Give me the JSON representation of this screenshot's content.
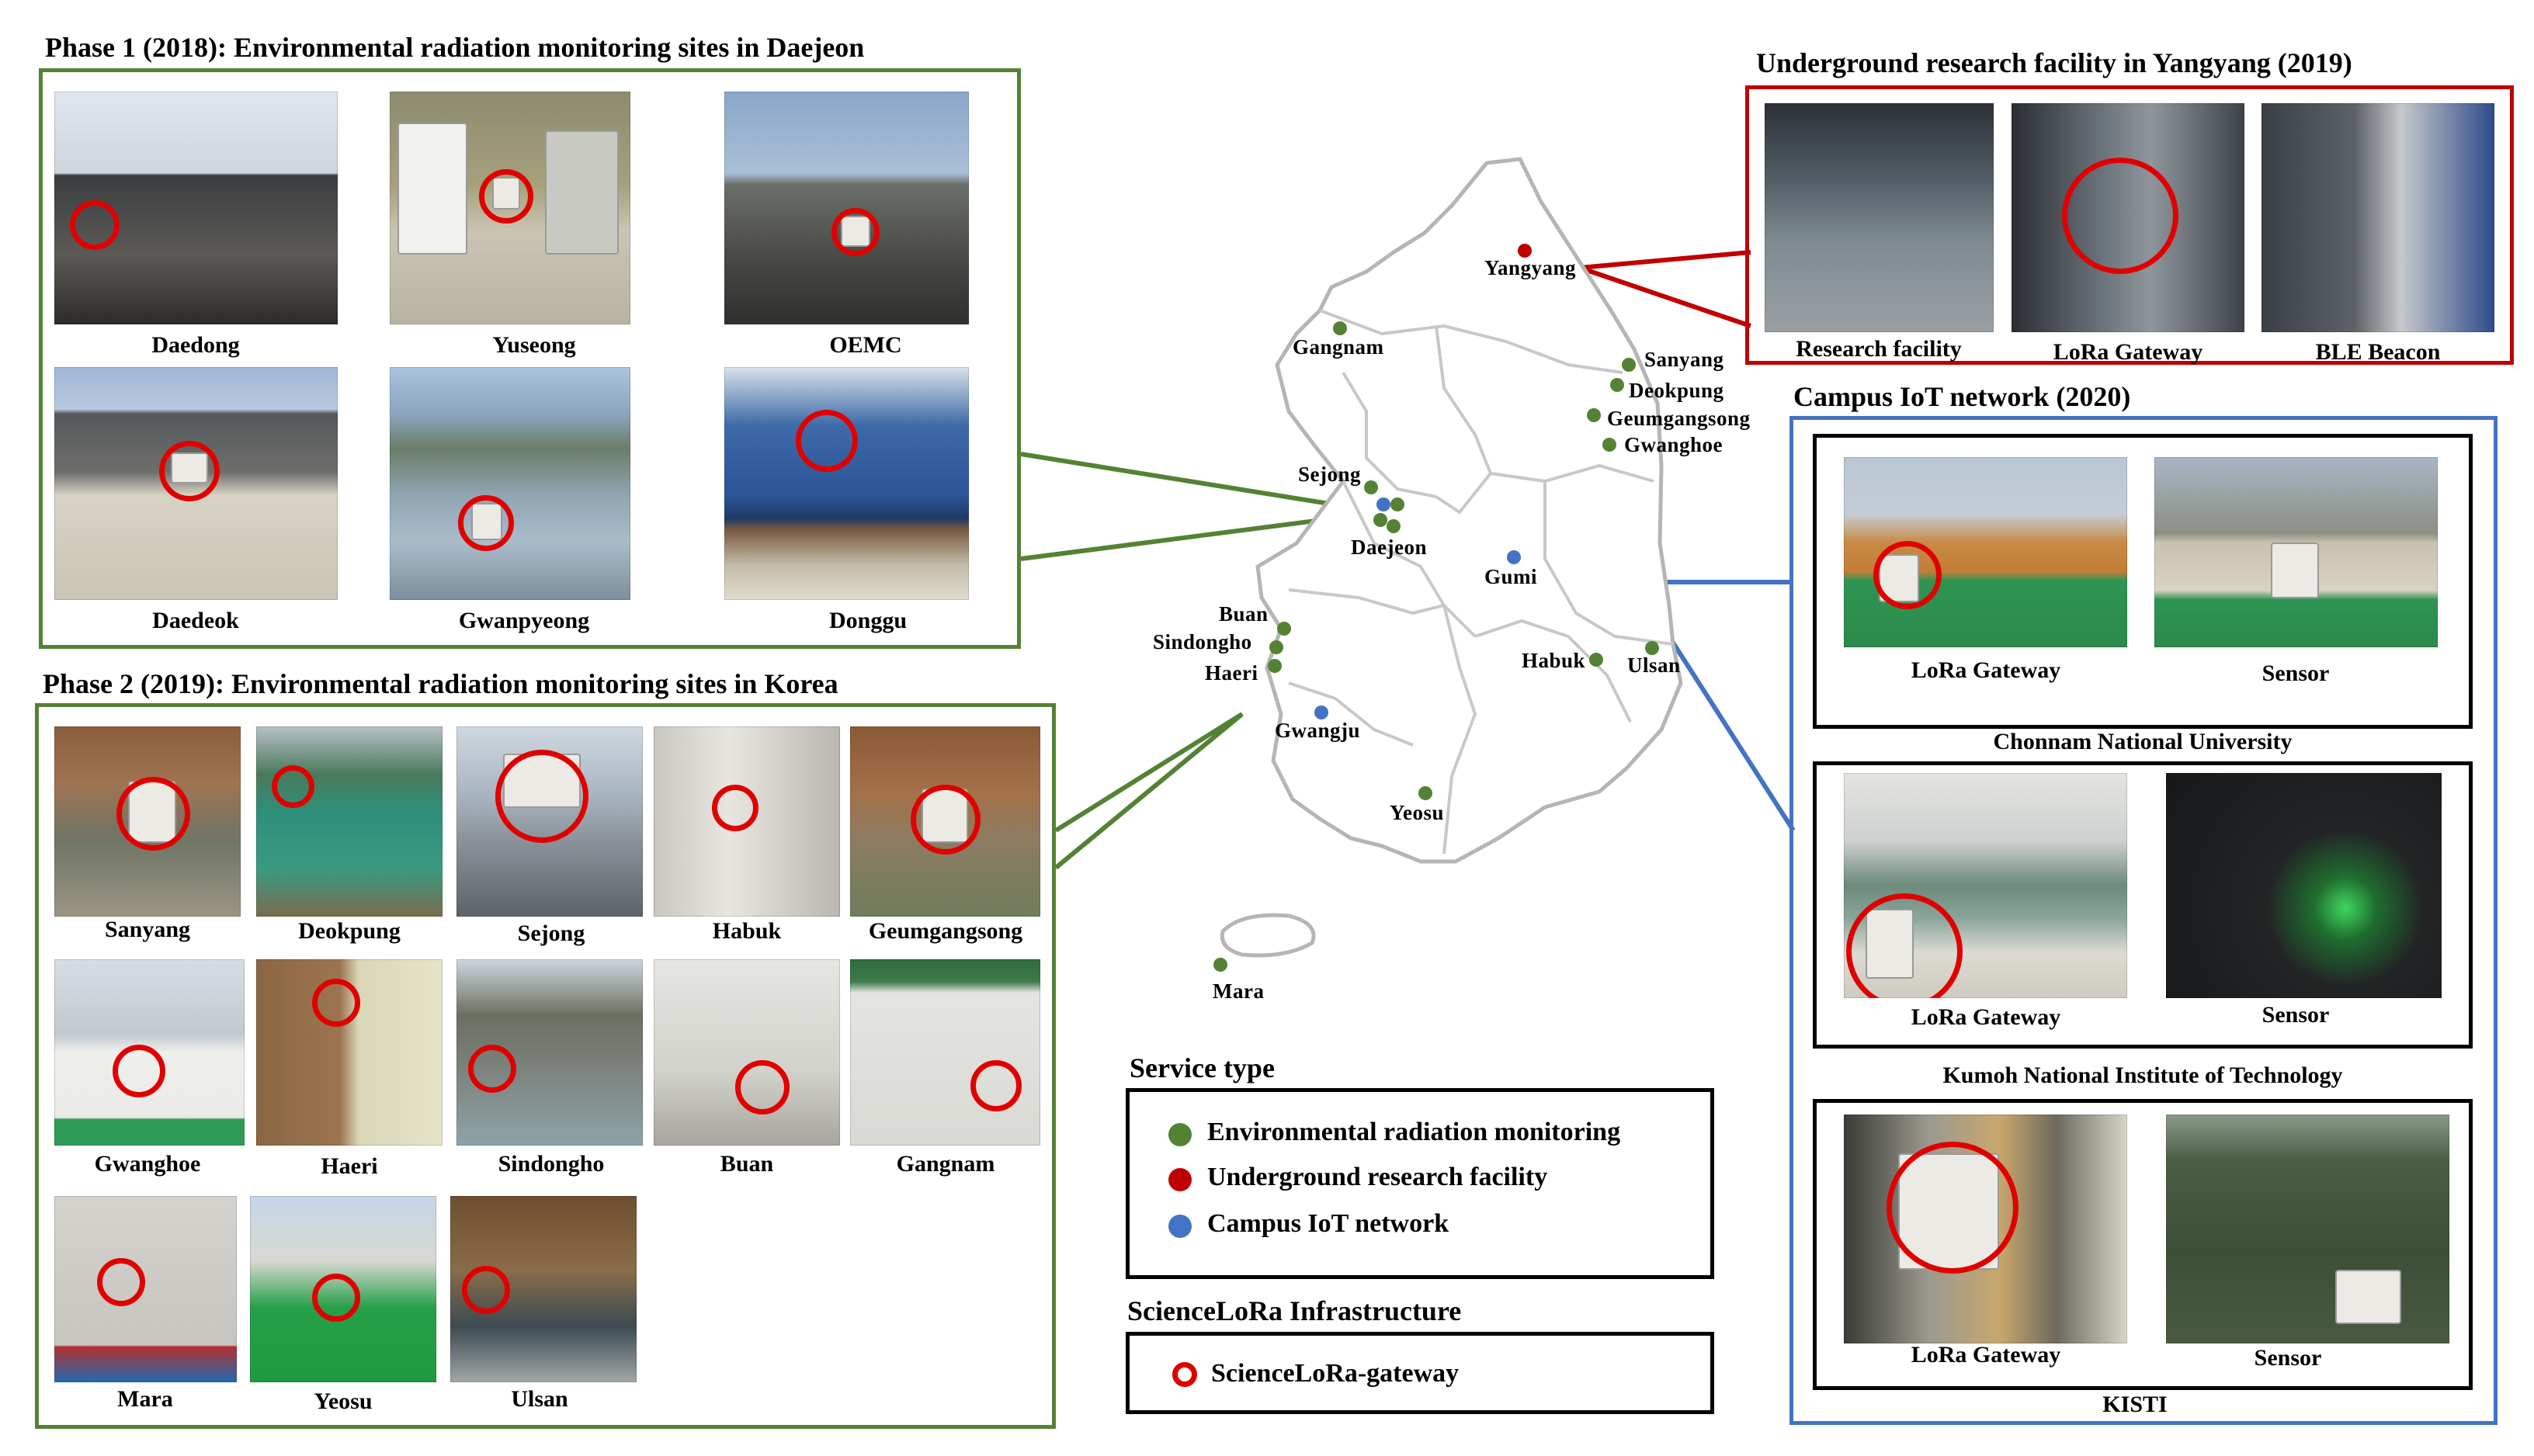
{
  "colors": {
    "environmental": "#548235",
    "underground": "#c00000",
    "campus": "#4472c4",
    "gateway_ring": "#e00000"
  },
  "phase1": {
    "title": "Phase 1 (2018):  Environmental radiation monitoring sites in Daejeon",
    "sites": [
      "Daedong",
      "Yuseong",
      "OEMC",
      "Daedeok",
      "Gwanpyeong",
      "Donggu"
    ]
  },
  "phase2": {
    "title": "Phase 2 (2019):  Environmental radiation monitoring sites in Korea",
    "sites": [
      "Sanyang",
      "Deokpung",
      "Sejong",
      "Habuk",
      "Geumgangsong",
      "Gwanghoe",
      "Haeri",
      "Sindongho",
      "Buan",
      "Gangnam",
      "Mara",
      "Yeosu",
      "Ulsan"
    ]
  },
  "underground": {
    "title": "Underground research  facility in Yangyang (2019)",
    "captions": [
      "Research facility",
      "LoRa Gateway",
      "BLE Beacon"
    ]
  },
  "campus": {
    "title": "Campus IoT network (2020)",
    "sites": [
      {
        "gateway": "LoRa Gateway",
        "sensor": "Sensor",
        "name": "Chonnam  National University"
      },
      {
        "gateway": "LoRa Gateway",
        "sensor": "Sensor",
        "name": "Kumoh National Institute of Technology"
      },
      {
        "gateway": "LoRa Gateway",
        "sensor": "Sensor",
        "name": "KISTI"
      }
    ]
  },
  "map": {
    "labels": [
      "Yangyang",
      "Gangnam",
      "Sanyang",
      "Deokpung",
      "Geumgangsong",
      "Gwanghoe",
      "Sejong",
      "Daejeon",
      "Gumi",
      "Buan",
      "Sindongho",
      "Haeri",
      "Habuk",
      "Ulsan",
      "Gwangju",
      "Yeosu",
      "Mara"
    ]
  },
  "legend": {
    "service_title": "Service type",
    "items": [
      "Environmental radiation monitoring",
      "Underground research facility",
      "Campus IoT network"
    ],
    "infra_title": "ScienceLoRa Infrastructure",
    "infra_item": "ScienceLoRa-gateway"
  }
}
